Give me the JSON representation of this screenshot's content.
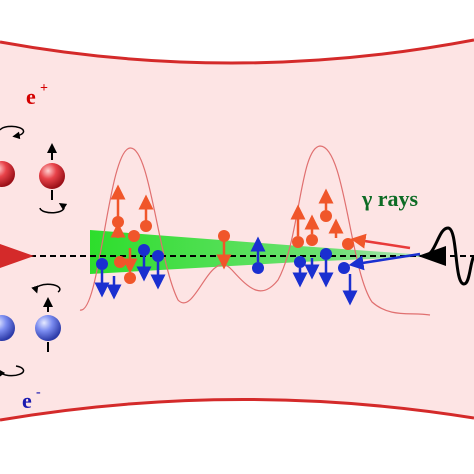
{
  "labels": {
    "positron_base": "e",
    "positron_sup": "+",
    "electron_base": "e",
    "electron_sup": "-",
    "gamma": "γ rays"
  },
  "colors": {
    "boundary": "#d42a2a",
    "beam_fill": "#fde4e4",
    "gamma_beam": "#33e033",
    "envelope": "#e07070",
    "positron_marker": "#f0562a",
    "positron_particle": "#e8434a",
    "electron_marker": "#1a2fd0",
    "electron_particle": "#7b8cf0",
    "laser_arrow": "#000000",
    "label_positron": "#d40000",
    "label_electron": "#1a1ab0",
    "label_gamma": "#0d6b24"
  },
  "icons": [
    "spin-rotation-icon",
    "particle-sphere-icon",
    "laser-pulse-icon",
    "spin-arrow-icon"
  ]
}
